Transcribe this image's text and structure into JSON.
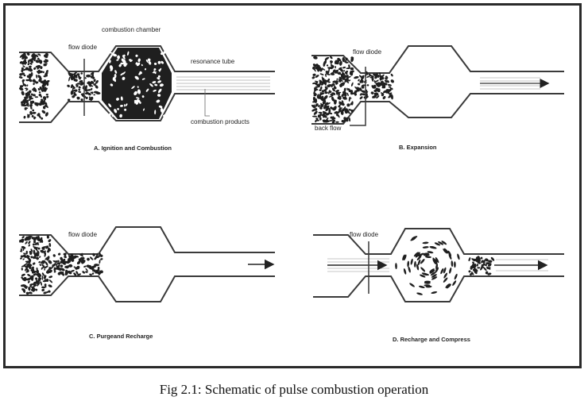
{
  "figure_caption": "Fig 2.1: Schematic of pulse combustion operation",
  "colors": {
    "line": "#3a3a3a",
    "particles": "#1f1f1f"
  },
  "panels": {
    "a": {
      "caption": "A. Ignition and Combustion",
      "labels": {
        "combustion_chamber": "combustion chamber",
        "flow_diode": "flow diode",
        "resonance_tube": "resonance tube",
        "combustion_products": "combustion products"
      }
    },
    "b": {
      "caption": "B. Expansion",
      "labels": {
        "flow_diode": "flow diode",
        "back_flow": "back flow"
      }
    },
    "c": {
      "caption": "C. Purgeand Recharge",
      "labels": {
        "flow_diode": "flow diode"
      }
    },
    "d": {
      "caption": "D. Recharge and Compress",
      "labels": {
        "flow_diode": "flow diode"
      }
    }
  }
}
